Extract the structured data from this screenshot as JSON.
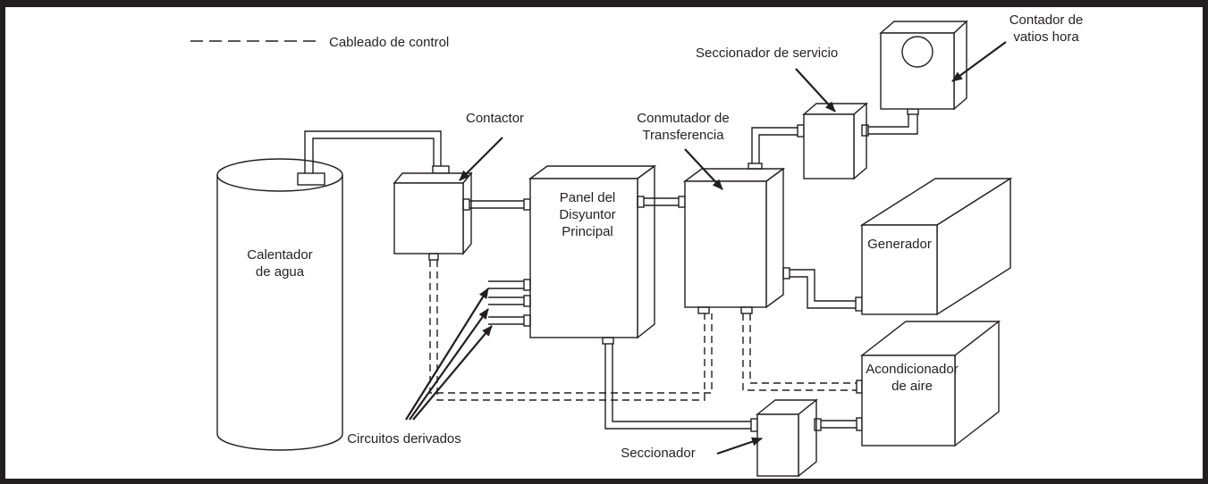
{
  "legend": {
    "control_wiring": "Cableado de control"
  },
  "labels": {
    "contactor": "Contactor",
    "water_heater": [
      "Calentador",
      "de agua"
    ],
    "main_panel": [
      "Panel del",
      "Disyuntor",
      "Principal"
    ],
    "transfer_switch": [
      "Conmutador de",
      "Transferencia"
    ],
    "service_disconnect": "Seccionador de servicio",
    "watt_hour_meter": [
      "Contador de",
      "vatios hora"
    ],
    "generator": "Generador",
    "air_conditioner": [
      "Acondicionador",
      "de aire"
    ],
    "branch_circuits": "Circuitos derivados",
    "disconnect": "Seccionador"
  },
  "colors": {
    "line": "#231f20",
    "background": "#ffffff"
  }
}
